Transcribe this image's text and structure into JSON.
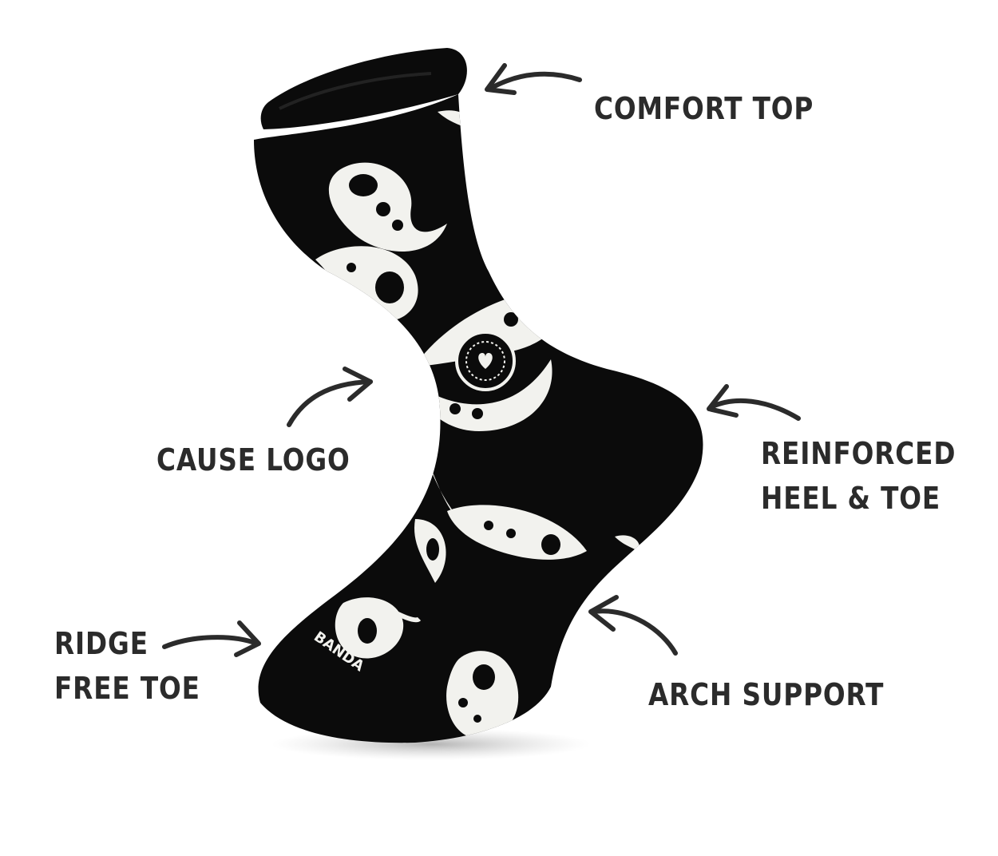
{
  "colors": {
    "sock": "#0b0b0b",
    "pattern": "#f2f2ee",
    "label": "#2b2b2b",
    "arrow": "#2b2b2b",
    "background": "#ffffff"
  },
  "features": {
    "comfort_top": "COMFORT TOP",
    "cause_logo": "CAUSE LOGO",
    "reinforced_line1": "REINFORCED",
    "reinforced_line2": "HEEL & TOE",
    "ridge_line1": "RIDGE",
    "ridge_line2": "FREE TOE",
    "arch_support": "ARCH SUPPORT"
  },
  "product": {
    "brand_text": "BANDA",
    "logo_icon": "heart-sun-icon"
  }
}
